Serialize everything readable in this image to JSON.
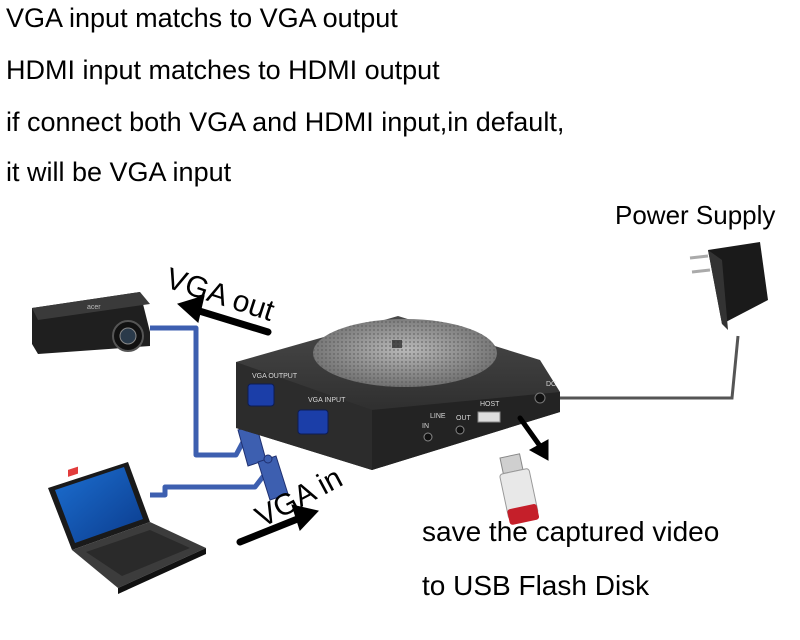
{
  "description_lines": [
    "VGA input matchs to VGA output",
    "HDMI input matches to HDMI output",
    "if connect both VGA and HDMI input,in default,",
    "it will be VGA input"
  ],
  "labels": {
    "power_supply": "Power Supply",
    "vga_out": "VGA out",
    "vga_in": "VGA in",
    "save_line1": "save the captured video",
    "save_line2": "to USB Flash Disk"
  },
  "device_ports": {
    "vga_output": "VGA OUTPUT",
    "vga_input": "VGA INPUT",
    "line": "LINE",
    "in": "IN",
    "out": "OUT",
    "host": "HOST",
    "dc": "DC"
  },
  "projector_brand": "acer",
  "colors": {
    "cable_blue": "#3d5fb0",
    "device_body": "#2a2a2a",
    "arrow": "#000000"
  }
}
